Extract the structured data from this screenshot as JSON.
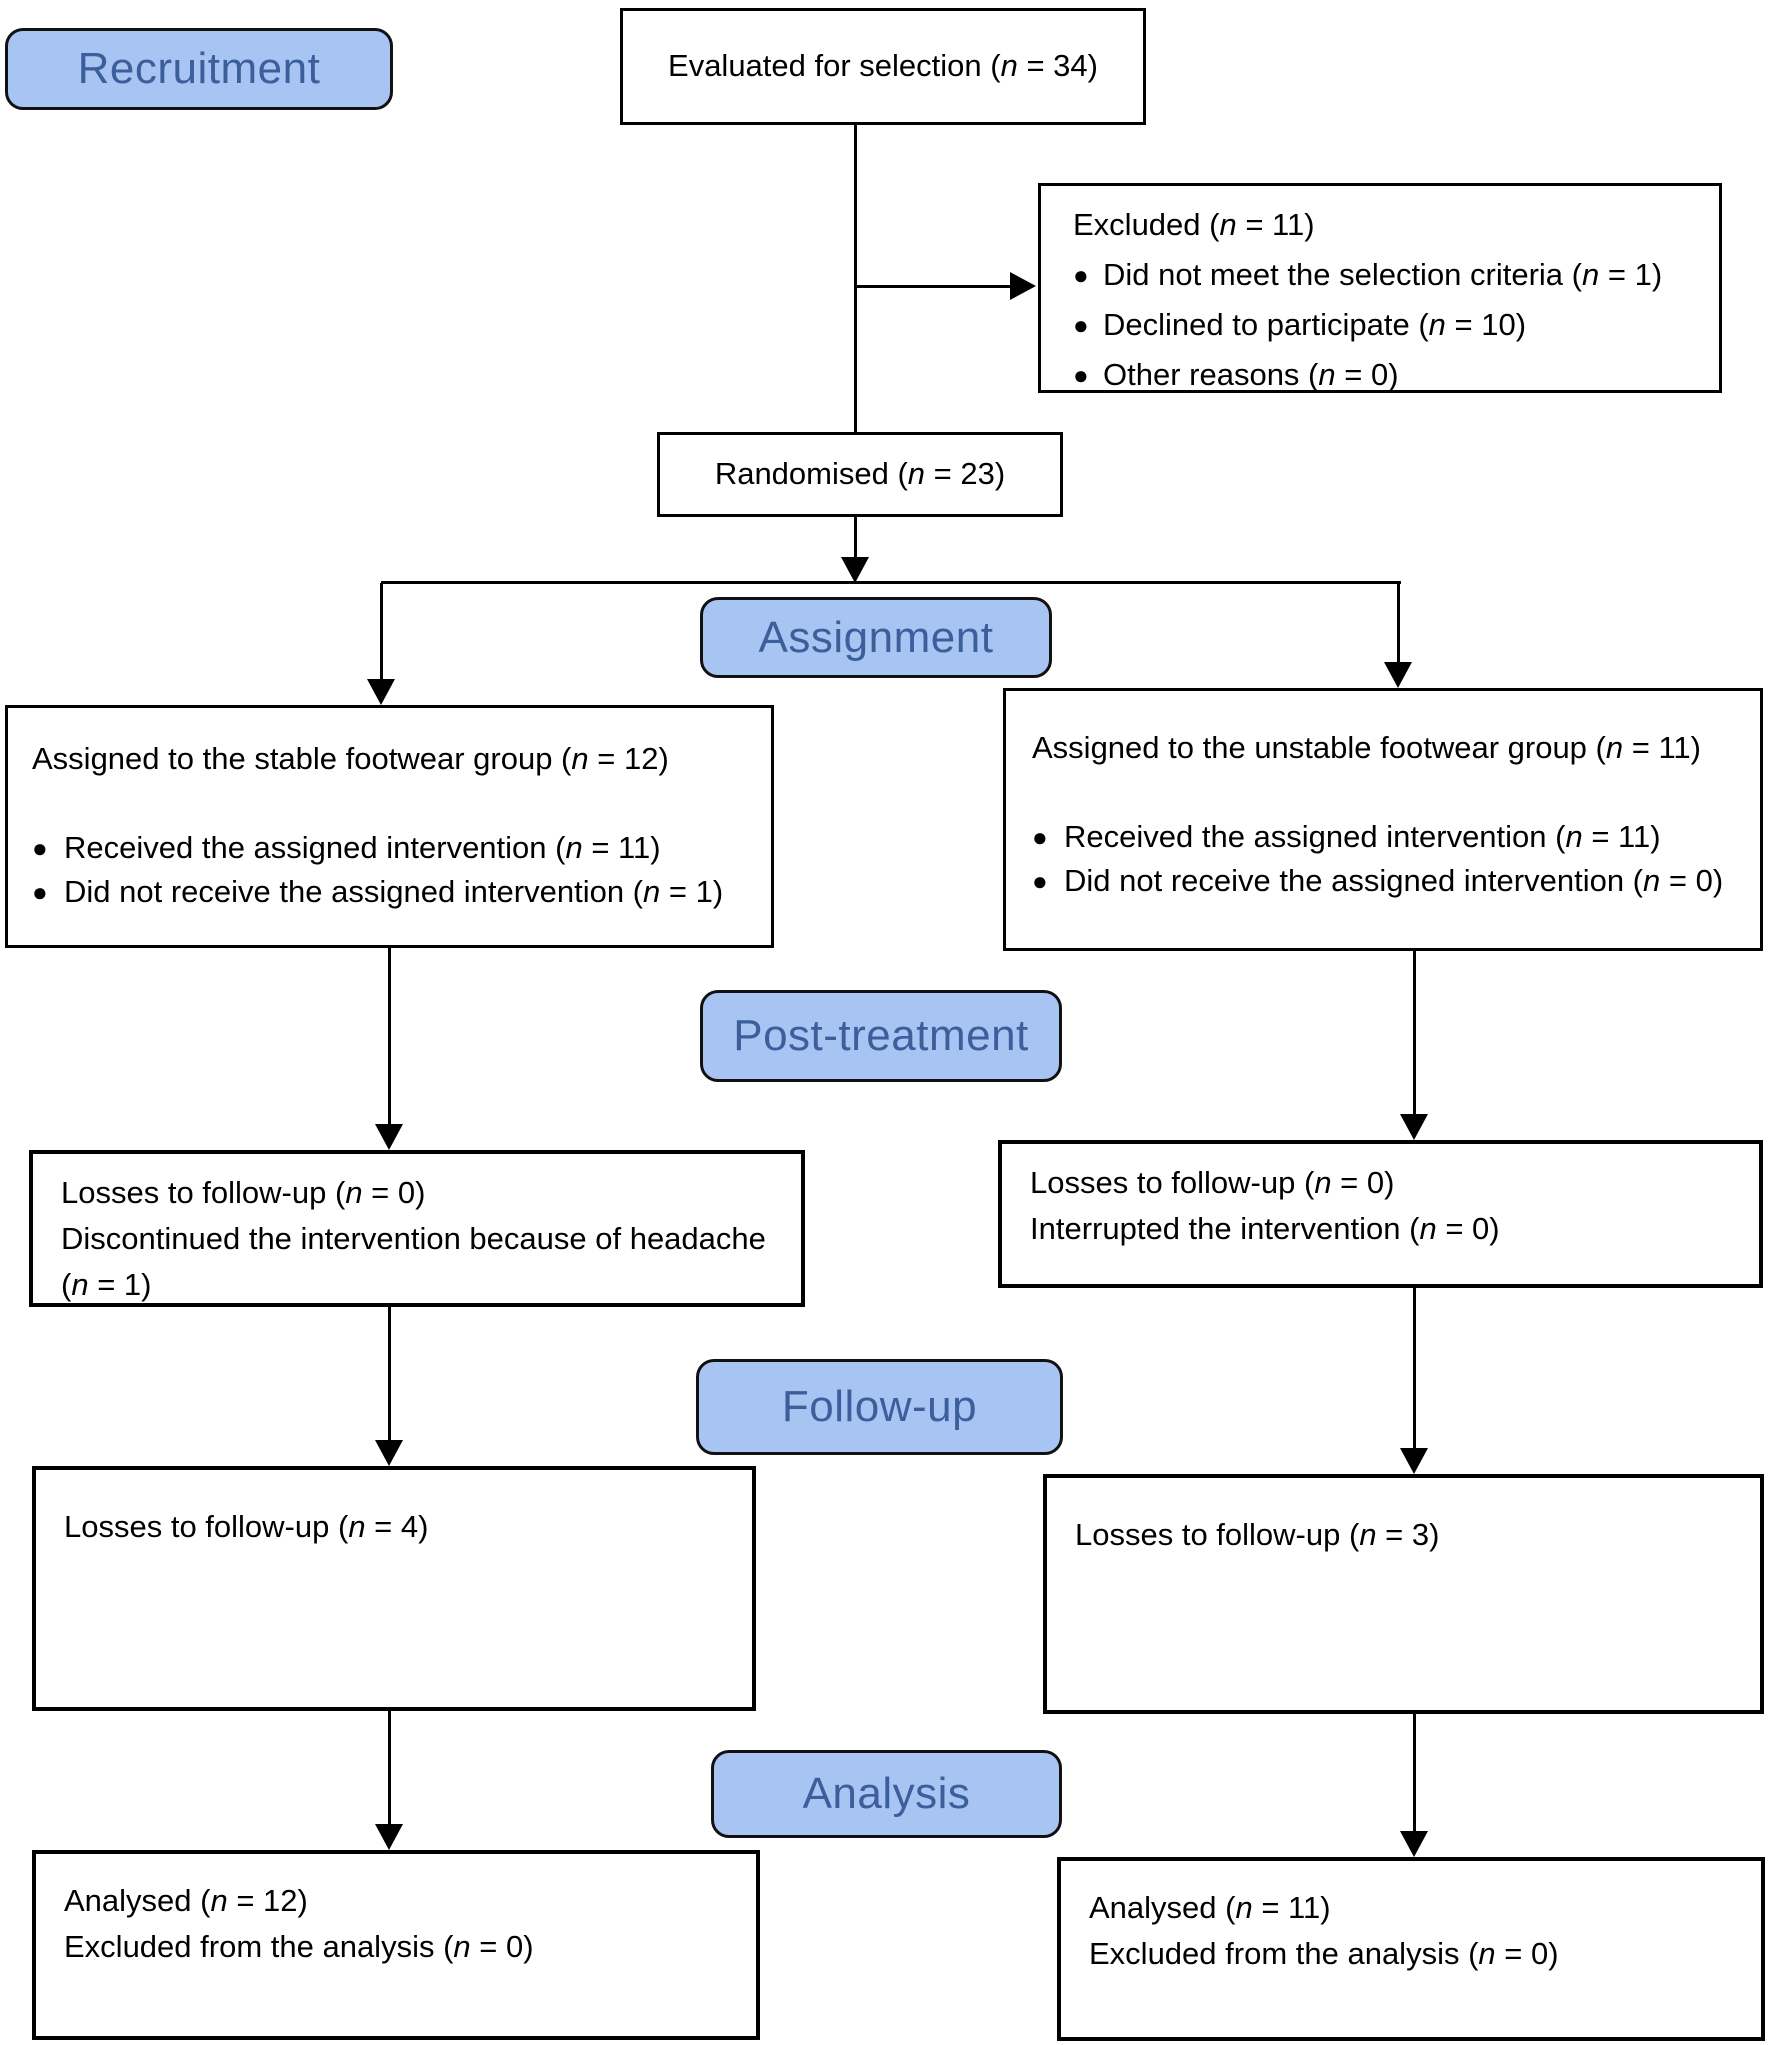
{
  "colors": {
    "label_fill": "#A8C4F2",
    "label_text": "#3C5F9C",
    "label_border": "#111111",
    "box_border": "#000000",
    "box_fill": "#FFFFFF",
    "connector": "#000000",
    "background": "#FFFFFF"
  },
  "bullet": "●",
  "labels": {
    "recruitment": "Recruitment",
    "assignment": "Assignment",
    "post_treatment": "Post-treatment",
    "follow_up": "Follow-up",
    "analysis": "Analysis"
  },
  "boxes": {
    "evaluated": {
      "text": "Evaluated for selection (n = 34)"
    },
    "excluded": {
      "title": "Excluded (n = 11)",
      "items": [
        "Did not meet the selection criteria (n = 1)",
        "Declined to participate (n = 10)",
        "Other reasons (n = 0)"
      ]
    },
    "randomised": {
      "text": "Randomised (n = 23)"
    },
    "assigned_stable": {
      "title": "Assigned to the stable footwear group (n = 12)",
      "items": [
        "Received the assigned intervention (n = 11)",
        "Did not receive the assigned intervention (n = 1)"
      ]
    },
    "assigned_unstable": {
      "title": "Assigned to the unstable footwear group (n = 11)",
      "items": [
        "Received the assigned intervention (n = 11)",
        "Did not receive the assigned intervention (n = 0)"
      ]
    },
    "post_stable": {
      "lines": [
        "Losses to follow-up (n = 0)",
        "Discontinued the intervention because of headache (n = 1)"
      ]
    },
    "post_unstable": {
      "lines": [
        "Losses to follow-up (n = 0)",
        "Interrupted the intervention (n = 0)"
      ]
    },
    "followup_stable": {
      "text": "Losses to follow-up (n = 4)"
    },
    "followup_unstable": {
      "text": "Losses to follow-up (n = 3)"
    },
    "analysis_stable": {
      "lines": [
        "Analysed (n = 12)",
        "Excluded from the analysis (n = 0)"
      ]
    },
    "analysis_unstable": {
      "lines": [
        "Analysed (n = 11)",
        "Excluded from the analysis (n = 0)"
      ]
    }
  }
}
